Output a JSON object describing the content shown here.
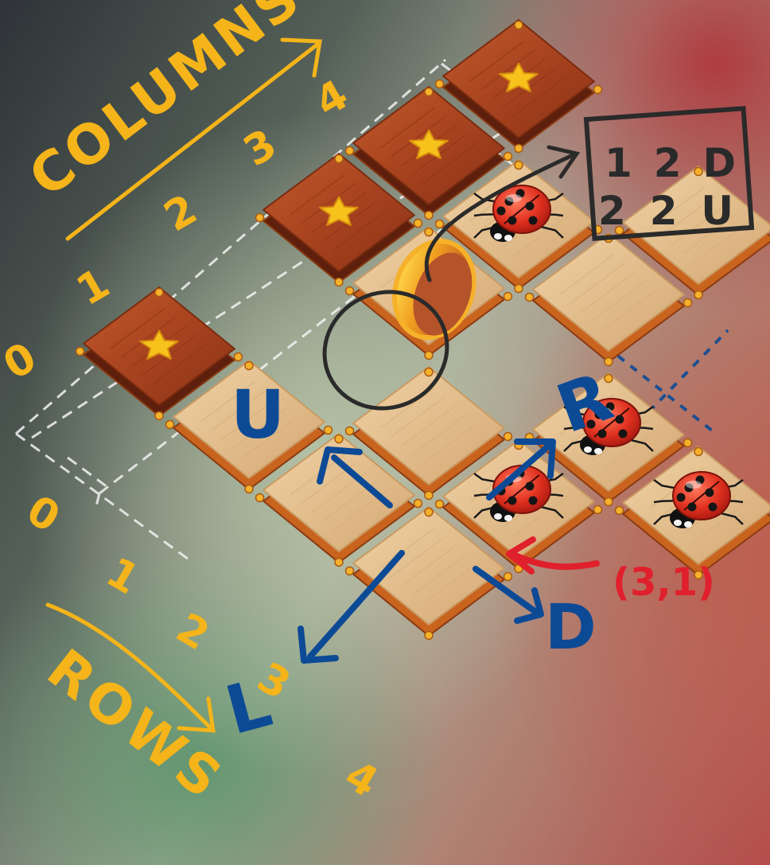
{
  "annotations": {
    "columns_label": "COLUMNS",
    "rows_label": "ROWS",
    "column_numbers": [
      "0",
      "1",
      "2",
      "3",
      "4"
    ],
    "row_numbers": [
      "0",
      "1",
      "2",
      "3",
      "4"
    ],
    "direction_up": "U",
    "direction_right": "R",
    "direction_down": "D",
    "direction_left": "L",
    "coordinate_callout": "(3,1)",
    "move_box": {
      "line1": "1 2 D",
      "line2": "2 2 U"
    }
  },
  "colors": {
    "yellow_ink": "#f4b41a",
    "blue_ink": "#0d4a96",
    "red_ink": "#e0202c",
    "dark_ink": "#2a2a2a",
    "white_dash": "#f2f2f2",
    "tile_light": "#e8c79a",
    "tile_goal": "#a8431f",
    "star": "#f7c21c"
  },
  "board": {
    "tiles": [
      {
        "row": 0,
        "col": 0,
        "type": "goal"
      },
      {
        "row": 0,
        "col": 2,
        "type": "goal"
      },
      {
        "row": 0,
        "col": 3,
        "type": "goal"
      },
      {
        "row": 0,
        "col": 4,
        "type": "goal"
      },
      {
        "row": 1,
        "col": 0,
        "type": "plain"
      },
      {
        "row": 1,
        "col": 2,
        "type": "plain"
      },
      {
        "row": 1,
        "col": 3,
        "type": "plain"
      },
      {
        "row": 2,
        "col": 0,
        "type": "plain"
      },
      {
        "row": 2,
        "col": 1,
        "type": "plain"
      },
      {
        "row": 2,
        "col": 3,
        "type": "plain"
      },
      {
        "row": 2,
        "col": 4,
        "type": "plain"
      },
      {
        "row": 3,
        "col": 0,
        "type": "plain"
      },
      {
        "row": 3,
        "col": 1,
        "type": "plain"
      },
      {
        "row": 3,
        "col": 2,
        "type": "plain"
      },
      {
        "row": 4,
        "col": 2,
        "type": "plain"
      }
    ],
    "ladybugs": [
      {
        "row": 1,
        "col": 3
      },
      {
        "row": 3,
        "col": 1
      },
      {
        "row": 3,
        "col": 2
      },
      {
        "row": 4,
        "col": 2
      }
    ],
    "flipping_tile": {
      "row": 1,
      "col": 2
    }
  }
}
